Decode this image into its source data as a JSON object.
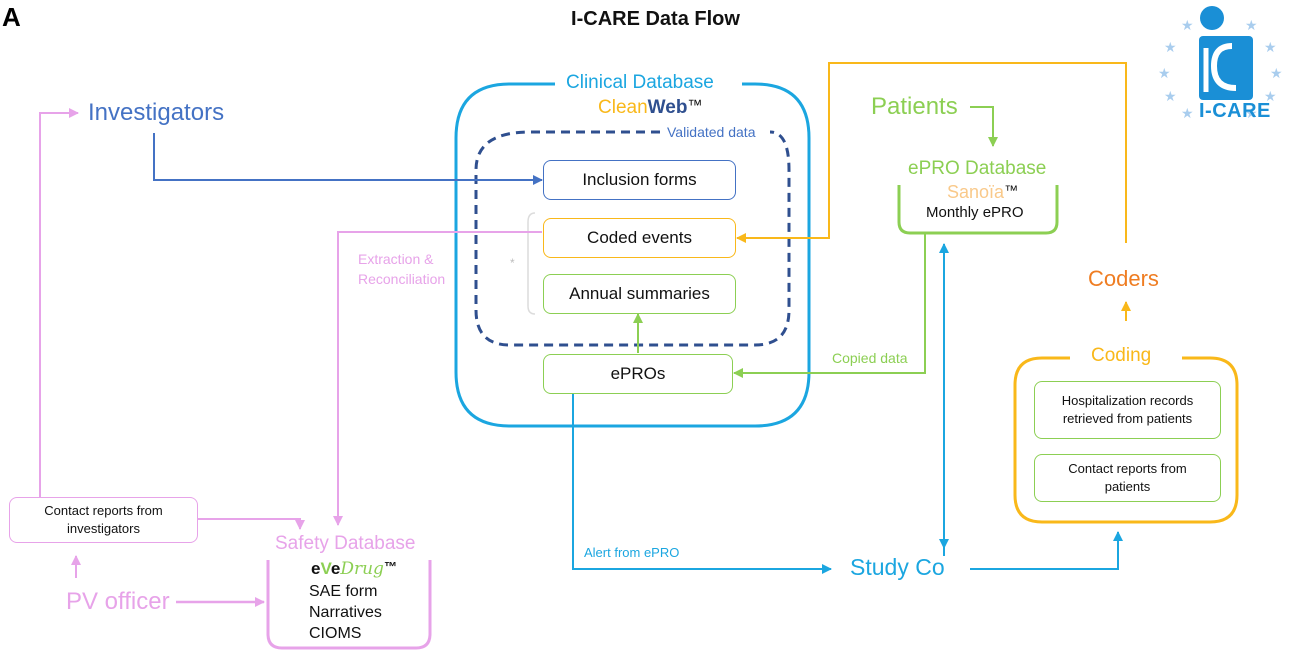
{
  "panel_letter": "A",
  "title": "I-CARE Data Flow",
  "logo": {
    "text": "I-CARE",
    "primary_color": "#1a8fd6",
    "star_color": "#a9cdee"
  },
  "clinical_database": {
    "label": "Clinical Database",
    "brand_part1": "Clean",
    "brand_part2": "Web",
    "brand_tm": "™",
    "validated_label": "Validated data",
    "items": {
      "inclusion_forms": "Inclusion forms",
      "coded_events": "Coded events",
      "annual_summaries": "Annual summaries",
      "epros": "ePROs"
    },
    "asterisk": "*"
  },
  "investigators": "Investigators",
  "patients": "Patients",
  "epro_database": {
    "label": "ePRO Database",
    "brand": "Sanoïa",
    "brand_tm": "™",
    "content": "Monthly ePRO"
  },
  "coders": "Coders",
  "coding": {
    "label": "Coding",
    "item1": "Hospitalization records retrieved from patients",
    "item2": "Contact reports  from patients"
  },
  "edges": {
    "extraction": "Extraction & Reconciliation",
    "copied_data": "Copied data",
    "alert": "Alert from ePRO"
  },
  "contact_reports_investigators": "Contact reports  from investigators",
  "pv_officer": "PV officer",
  "safety_database": {
    "label": "Safety Database",
    "brand_e1": "e",
    "brand_v": "V",
    "brand_e2": "e",
    "brand_drug": "Drug",
    "brand_tm": "™",
    "line1": "SAE form",
    "line2": "Narratives",
    "line3": "CIOMS"
  },
  "study_co": "Study Co",
  "colors": {
    "light_blue": "#1ba6e0",
    "dark_blue": "#4472c4",
    "navy": "#2f4f8f",
    "orange": "#f9b81a",
    "dark_orange": "#ef7d22",
    "green": "#8ccf53",
    "pink": "#e7a3e9"
  }
}
